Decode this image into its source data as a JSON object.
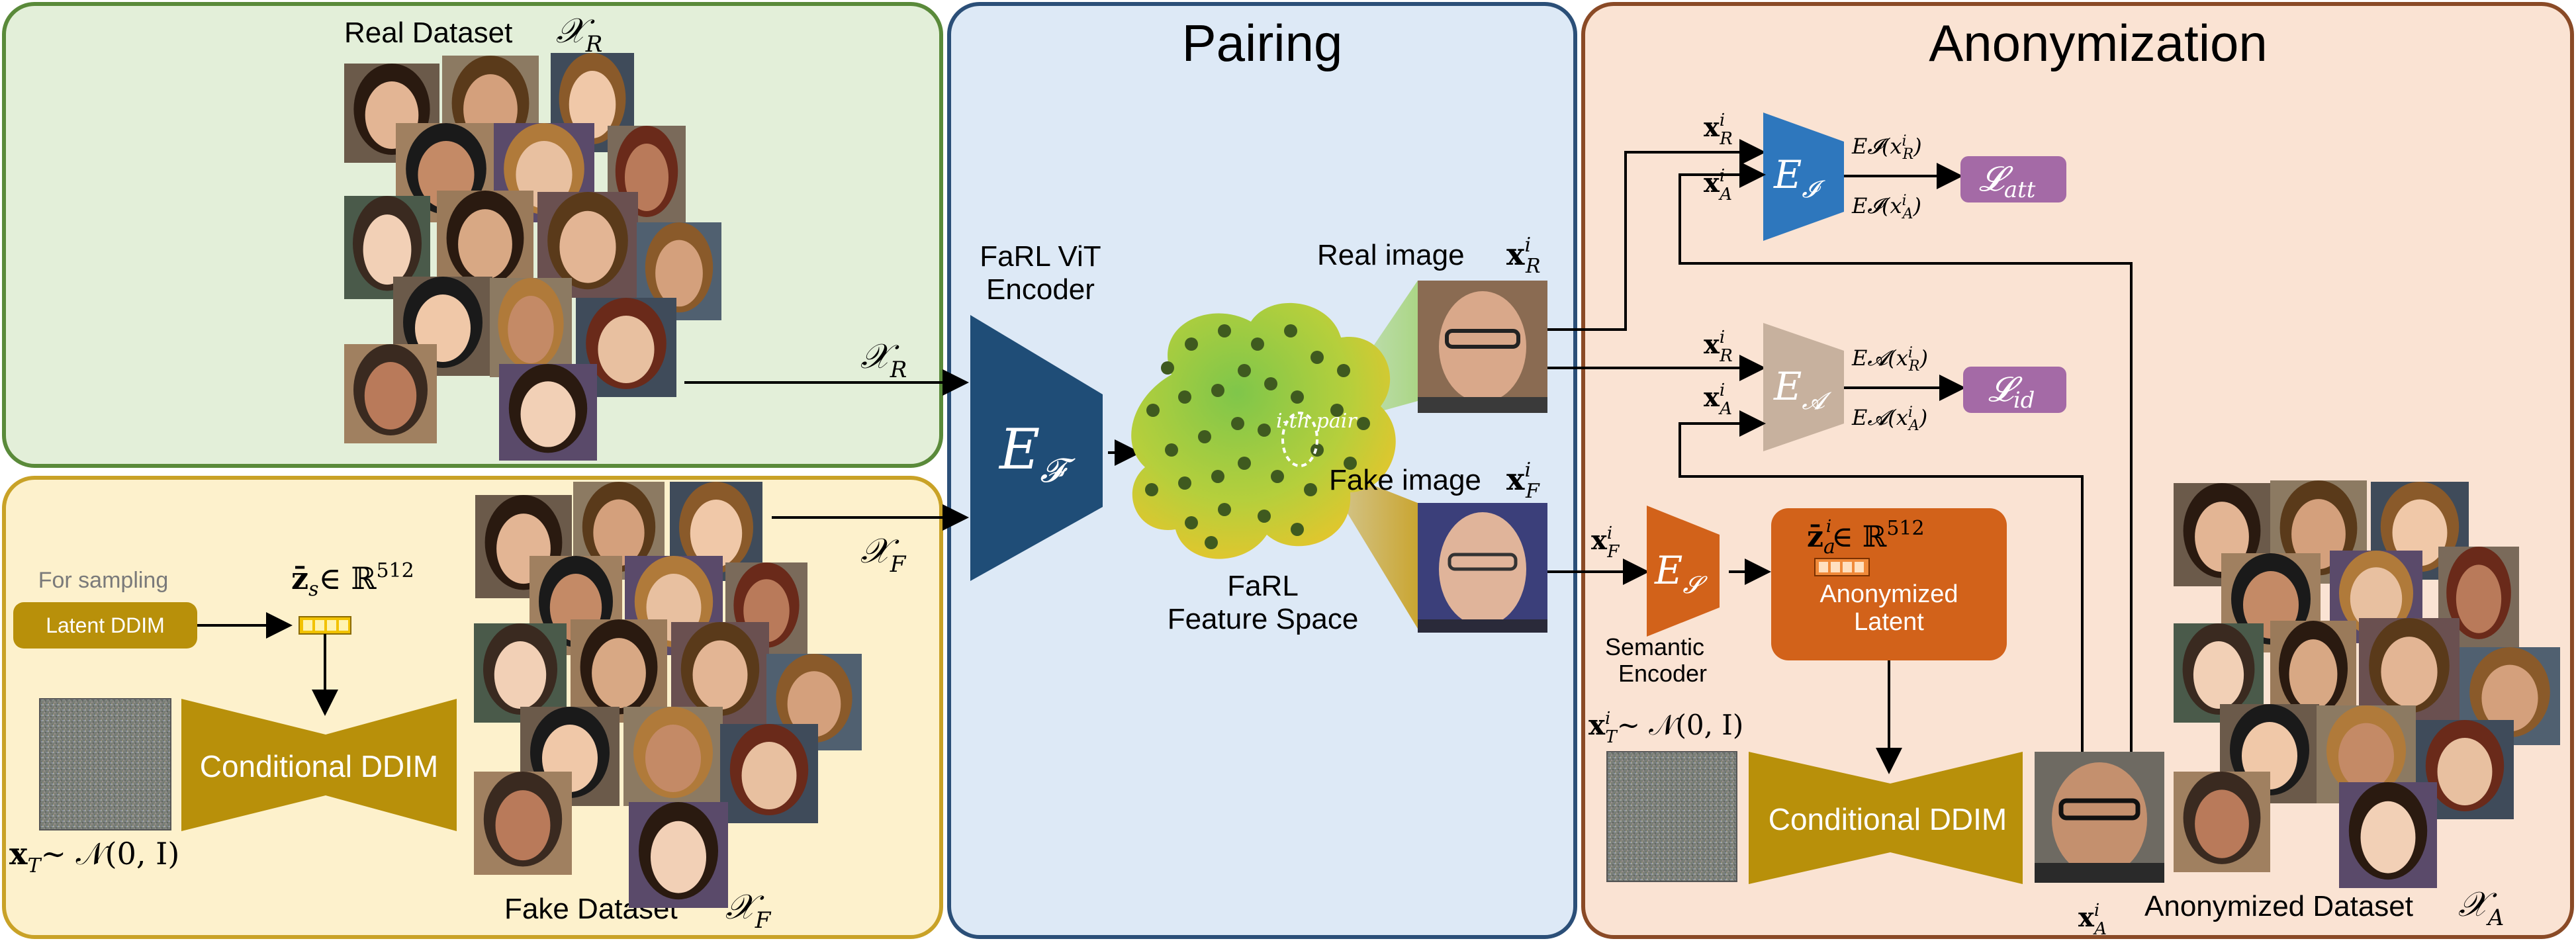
{
  "panels": {
    "real": {
      "title": "Real Dataset",
      "title_math": "𝒳",
      "title_sub": "R"
    },
    "fake": {
      "title": "Fake Dataset",
      "title_math": "𝒳",
      "title_sub": "F"
    },
    "pairing": {
      "title": "Pairing"
    },
    "anon": {
      "title": "Anonymization"
    }
  },
  "sampling": {
    "caption": "For sampling",
    "latent_ddim": "Latent DDIM",
    "zs_label": "z̄",
    "zs_sub": "s",
    "zs_space": "∈ ℝ",
    "zs_dim": "512",
    "ddim_label": "Conditional DDIM",
    "noise_label": "x",
    "noise_sub": "T",
    "noise_dist": "∼ 𝒩(0, I)"
  },
  "encoder": {
    "title_line1": "FaRL ViT",
    "title_line2": "Encoder",
    "symbol": "E",
    "symbol_sub": "𝓕"
  },
  "arrows": {
    "xr_label": "𝒳",
    "xr_sub": "R",
    "xf_label": "𝒳",
    "xf_sub": "F"
  },
  "feature_space": {
    "label_line1": "FaRL",
    "label_line2": "Feature Space",
    "pair_label": "i-th pair"
  },
  "images": {
    "real_label": "Real image",
    "real_sym": "x",
    "real_sup": "i",
    "real_sub": "R",
    "fake_label": "Fake image",
    "fake_sym": "x",
    "fake_sup": "i",
    "fake_sub": "F"
  },
  "anonymization": {
    "attr_encoder": "E",
    "attr_encoder_sub": "𝓘",
    "id_encoder": "E",
    "id_encoder_sub": "𝓐",
    "sem_encoder": "E",
    "sem_encoder_sub": "𝓢",
    "sem_encoder_caption_1": "Semantic",
    "sem_encoder_caption_2": "Encoder",
    "input_xr": "x",
    "input_xa": "x",
    "input_xf": "x",
    "sup_i": "i",
    "sub_r": "R",
    "sub_a": "A",
    "sub_f": "F",
    "att_out_r": "E𝓘(x",
    "att_out_a": "E𝓘(x",
    "id_out_r": "E𝓐(x",
    "id_out_a": "E𝓐(x",
    "close_paren": ")",
    "loss_att": "𝓛",
    "loss_att_sub": "att",
    "loss_id": "𝓛",
    "loss_id_sub": "id",
    "latent_title": "Anonymized",
    "latent_title_2": "Latent",
    "za_label": "z̄",
    "za_sub": "a",
    "za_sup": "i",
    "za_space": "∈ ℝ",
    "za_dim": "512",
    "ddim_label": "Conditional DDIM",
    "noise_label": "x",
    "noise_sub": "T",
    "noise_sup": "i",
    "noise_dist": "∼ 𝒩(0, I)",
    "output_sym": "x",
    "output_sup": "i",
    "output_sub": "A",
    "dataset_title": "Anonymized Dataset",
    "dataset_math": "𝒳",
    "dataset_sub": "A"
  },
  "colors": {
    "real_panel_fill": "#e3efd9",
    "real_panel_stroke": "#5a8a3a",
    "fake_panel_fill": "#fdf1cc",
    "fake_panel_stroke": "#c9a227",
    "pairing_fill": "#dde9f6",
    "pairing_stroke": "#2b4f78",
    "anon_fill": "#fae3d3",
    "anon_stroke": "#8a4a26",
    "ddim_gold": "#b8900a",
    "encoder_navy": "#1f4d77",
    "attr_blue": "#2e77bd",
    "id_tan": "#c7b19e",
    "sem_orange": "#d2621a",
    "loss_purple": "#a46aa6"
  }
}
